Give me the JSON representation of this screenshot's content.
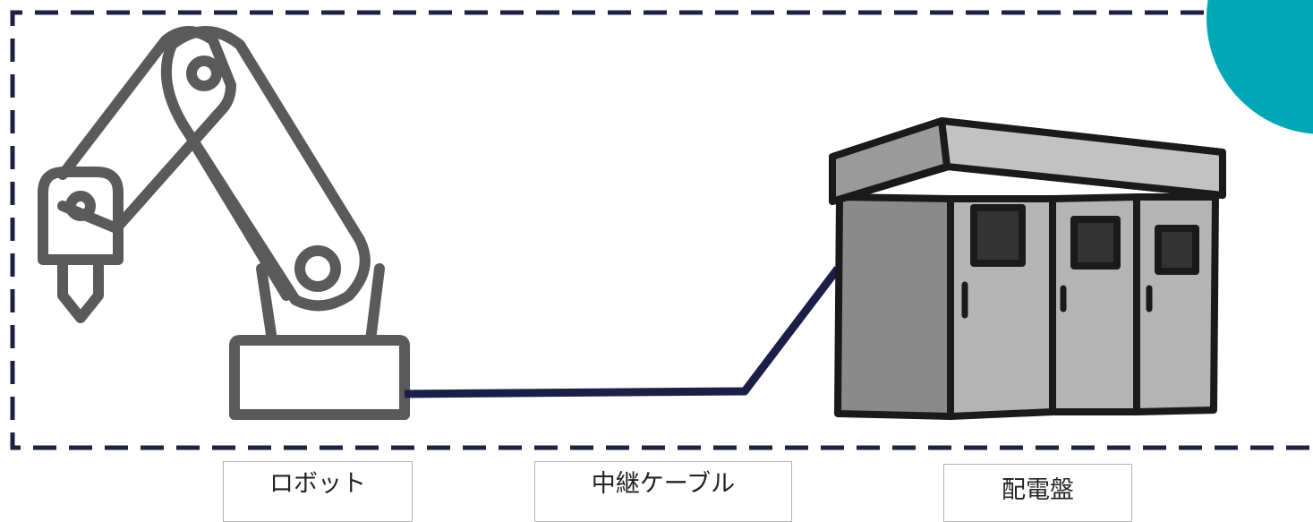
{
  "labels": {
    "robot": "ロボット",
    "cable": "中継ケーブル",
    "panel": "配電盤"
  },
  "colors": {
    "boundary": "#1f2142",
    "cable": "#1b1f47",
    "accent": "#00a8b5",
    "robot_stroke": "#5a5a5a",
    "panel_outline": "#1a1a1a",
    "panel_side": "#8a8a8a",
    "panel_front": "#b4b4b4",
    "panel_window": "#333333"
  },
  "icons": [
    "robot-arm-icon",
    "electrical-cabinet-icon"
  ]
}
